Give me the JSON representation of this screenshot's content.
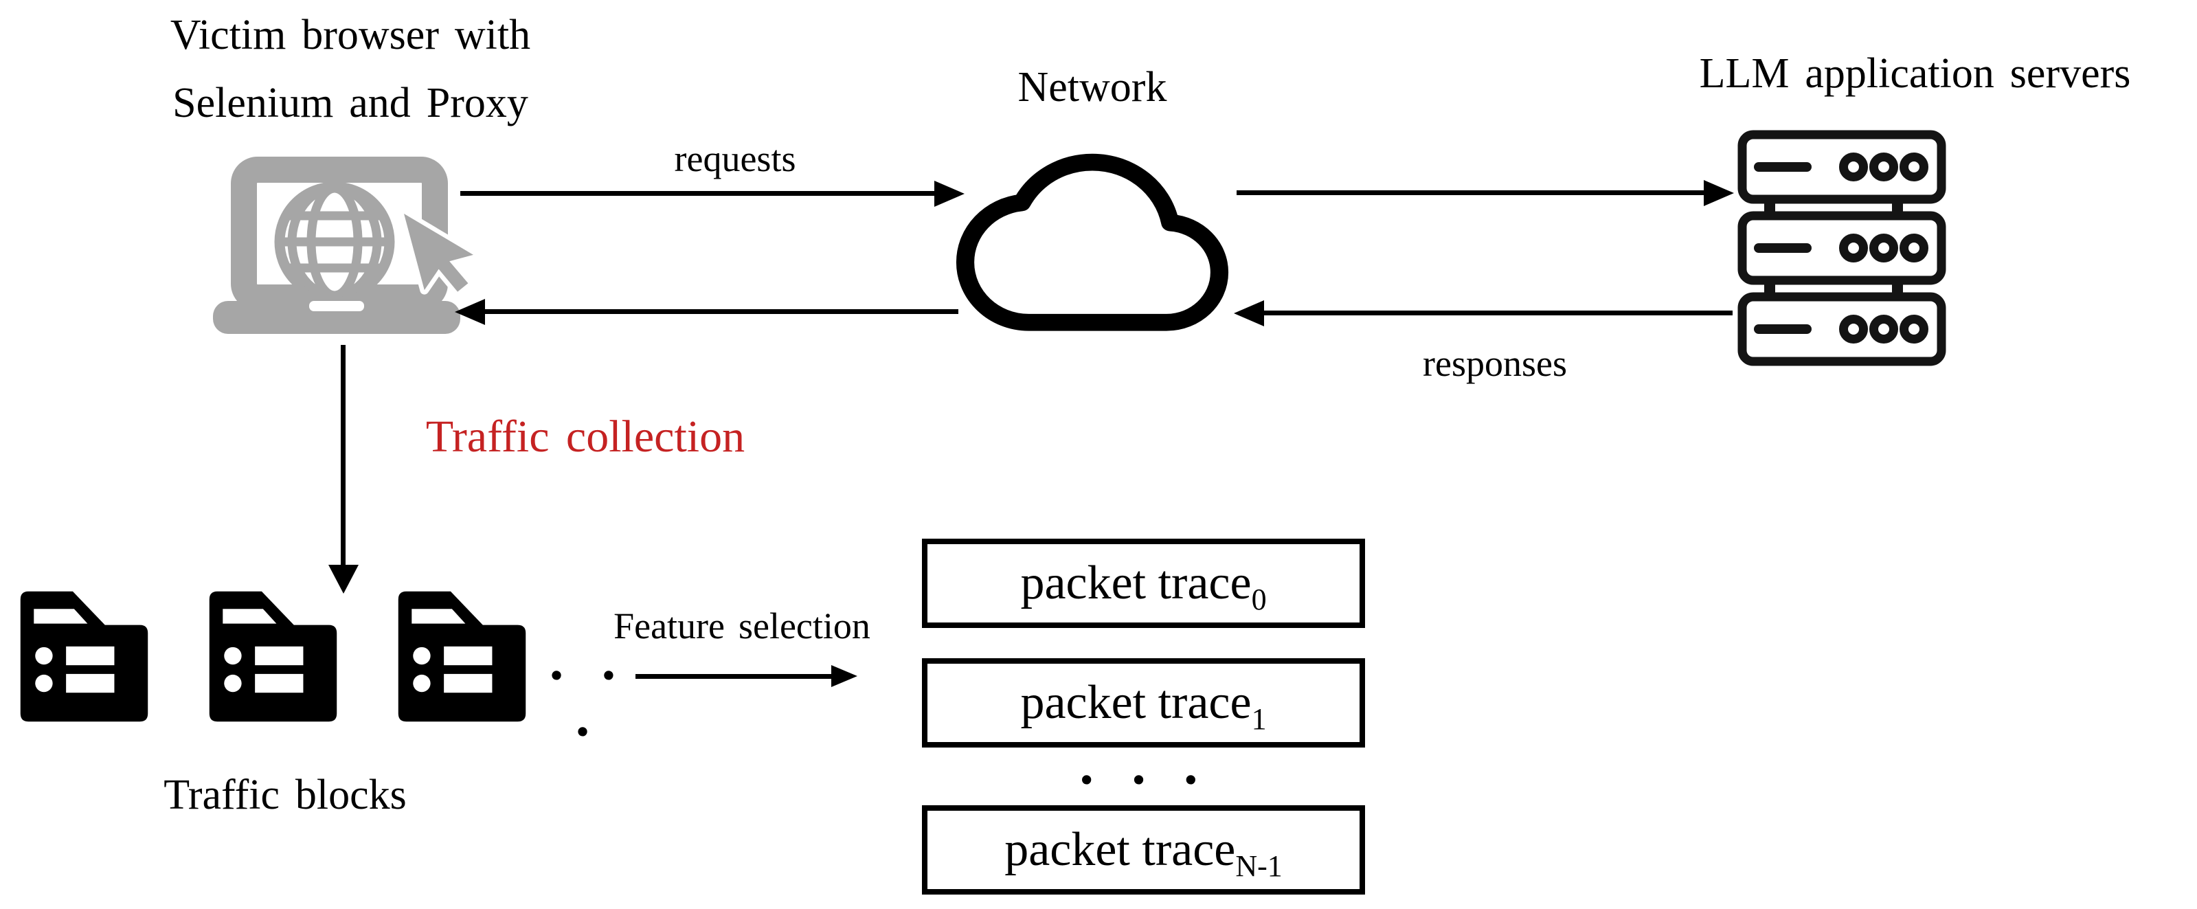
{
  "palette": {
    "ink": "#000000",
    "icon_gray": "#a6a6a6",
    "accent_red": "#c52222",
    "background": "#ffffff"
  },
  "nodes": {
    "victim_browser": {
      "label_line1": "Victim browser with",
      "label_line2": "Selenium and Proxy",
      "icon": "laptop-browser-icon"
    },
    "network": {
      "label": "Network",
      "icon": "network-cloud-icon"
    },
    "llm_servers": {
      "label": "LLM application servers",
      "icon": "server-stack-icon"
    },
    "traffic_blocks": {
      "label": "Traffic blocks",
      "icon": "traffic-block-file-icon",
      "count": 3,
      "ellipsis": "· · ·"
    }
  },
  "flows": {
    "requests": {
      "label": "requests"
    },
    "responses": {
      "label": "responses"
    },
    "traffic_collection": {
      "label": "Traffic collection",
      "color": "#c52222"
    },
    "feature_selection": {
      "label": "Feature selection"
    }
  },
  "packet_traces": {
    "ellipsis": "· · ·",
    "items": [
      {
        "text": "packet trace",
        "sub": "0"
      },
      {
        "text": "packet trace",
        "sub": "1"
      },
      {
        "text": "packet trace",
        "sub": "N-1"
      }
    ]
  }
}
